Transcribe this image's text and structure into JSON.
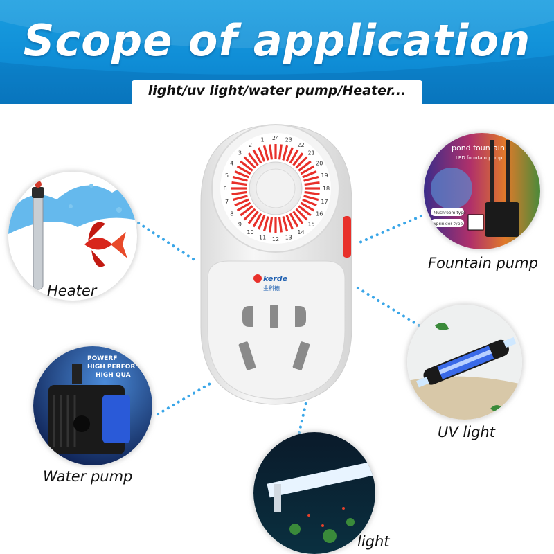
{
  "banner": {
    "title": "Scope of application",
    "subtitle": "light/uv light/water pump/Heater..."
  },
  "device": {
    "brand": "kerde",
    "brand_cn": "金科德",
    "dial_numbers": [
      "1",
      "2",
      "3",
      "4",
      "5",
      "6",
      "7",
      "8",
      "9",
      "10",
      "11",
      "12",
      "13",
      "14",
      "15",
      "16",
      "17",
      "18",
      "19",
      "20",
      "21",
      "22",
      "23",
      "24"
    ]
  },
  "applications": [
    {
      "label": "Heater"
    },
    {
      "label": "Fountain pump",
      "badge_title": "pond fountain",
      "badge_line": "LED fountain pump",
      "tag1": "Mushroom type",
      "tag2": "Sprinkler type"
    },
    {
      "label": "Water pump",
      "text_lines": [
        "POWERF",
        "HIGH PERFOR",
        "HIGH QUA"
      ]
    },
    {
      "label": "UV light"
    },
    {
      "label": "light"
    }
  ],
  "colors": {
    "banner": "#1a9ee0",
    "accent": "#e8302a",
    "dots": "#3aa6e8"
  }
}
